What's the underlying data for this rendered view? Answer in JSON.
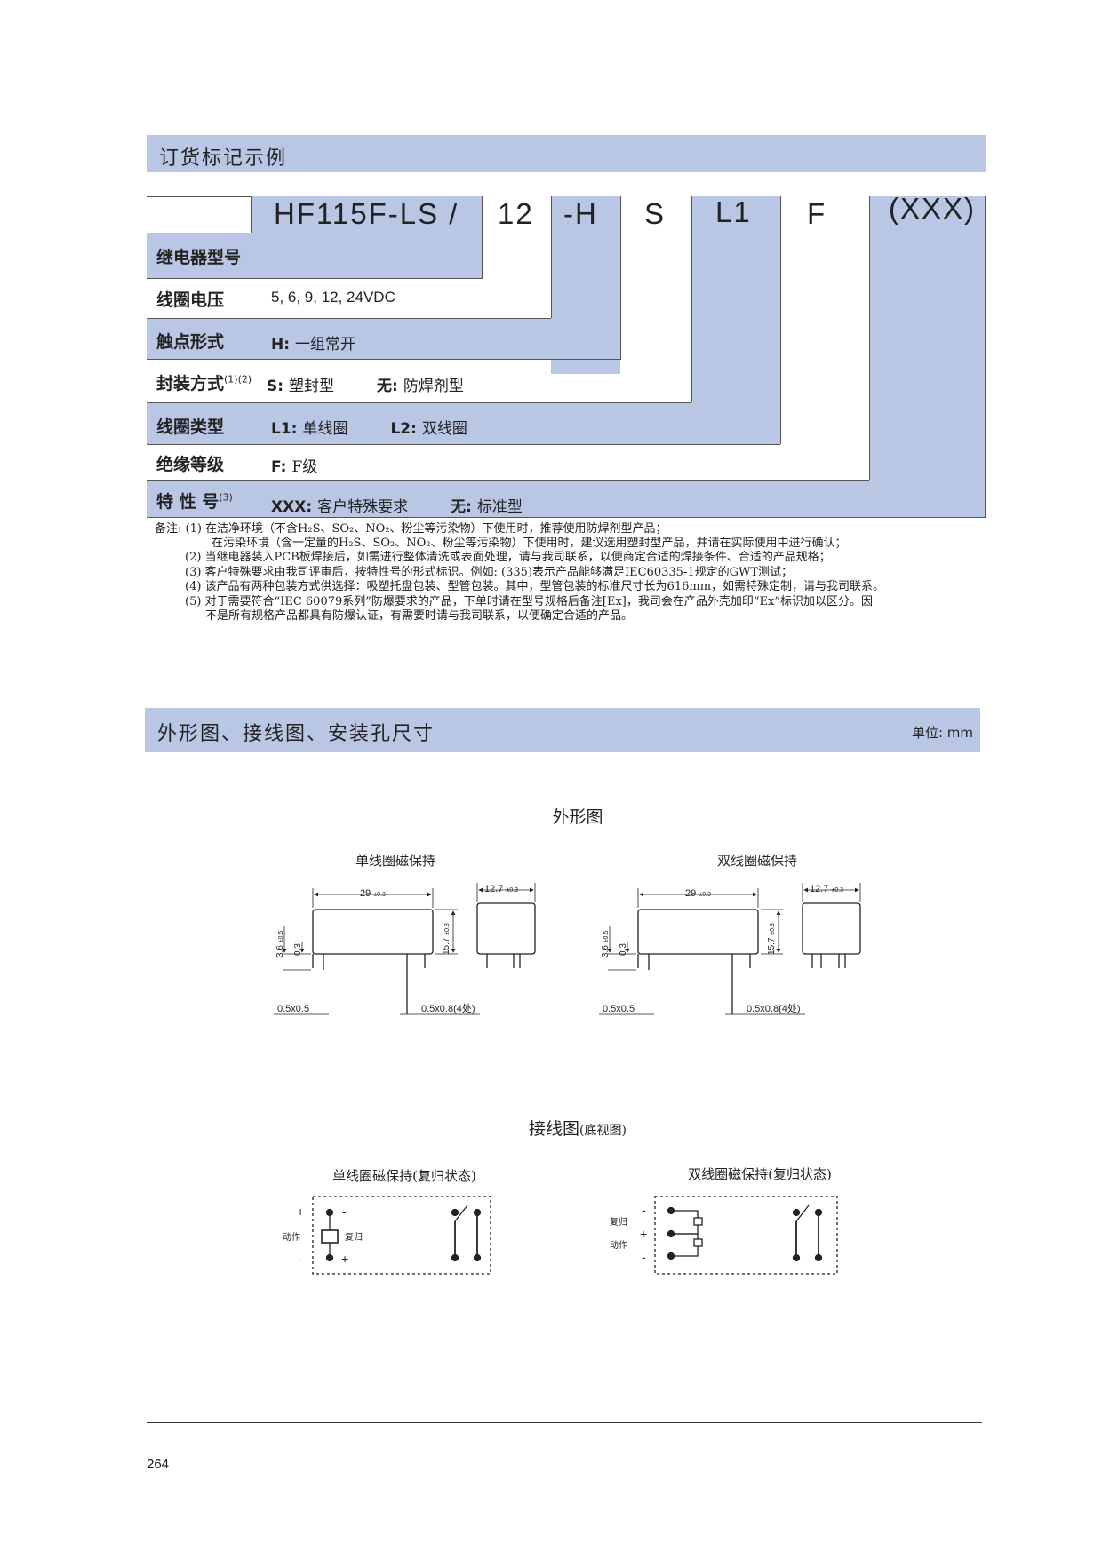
{
  "ordering": {
    "title": "订货标记示例",
    "codes": [
      "HF115F-LS /",
      "12",
      "-H",
      "S",
      "L1",
      "F",
      "(XXX)"
    ],
    "rows": [
      {
        "label": "继电器型号",
        "value": ""
      },
      {
        "label": "线圈电压",
        "value": "5, 6, 9, 12, 24VDC"
      },
      {
        "label": "触点形式",
        "key1": "H:",
        "val1": "一组常开"
      },
      {
        "label": "封装方式",
        "sup": "(1)(2)",
        "key1": "S:",
        "val1": "塑封型",
        "key2": "无:",
        "val2": "防焊剂型"
      },
      {
        "label": "线圈类型",
        "key1": "L1:",
        "val1": "单线圈",
        "key2": "L2:",
        "val2": "双线圈"
      },
      {
        "label": "绝缘等级",
        "key1": "F:",
        "val1": "F级"
      },
      {
        "label": "特 性 号",
        "sup": "(3)",
        "key1": "XXX:",
        "val1": "客户特殊要求",
        "key2": "无:",
        "val2": "标准型"
      }
    ],
    "notes": [
      "备注: (1) 在洁净环境（不含H₂S、SO₂、NO₂、粉尘等污染物）下使用时，推荐使用防焊剂型产品；",
      "在污染环境（含一定量的H₂S、SO₂、NO₂、粉尘等污染物）下使用时，建议选用塑封型产品，并请在实际使用中进行确认；",
      "(2) 当继电器装入PCB板焊接后，如需进行整体清洗或表面处理，请与我司联系，以便商定合适的焊接条件、合适的产品规格；",
      "(3) 客户特殊要求由我司评审后，按特性号的形式标识。例如: (335)表示产品能够满足IEC60335-1规定的GWT测试；",
      "(4) 该产品有两种包装方式供选择：吸塑托盘包装、型管包装。其中，型管包装的标准尺寸长为616mm，如需特殊定制，请与我司联系。",
      "(5) 对于需要符合“IEC 60079系列”防爆要求的产品，下单时请在型号规格后备注[Ex]，我司会在产品外壳加印“Ex”标识加以区分。因",
      "不是所有规格产品都具有防爆认证，有需要时请与我司联系，以便确定合适的产品。"
    ]
  },
  "dimensions": {
    "title": "外形图、接线图、安装孔尺寸",
    "unit": "单位: mm",
    "outline_title": "外形图",
    "single_label": "单线圈磁保持",
    "double_label": "双线圈磁保持",
    "dim_29": "29",
    "dim_29_tol": "±0.3",
    "dim_127": "12.7",
    "dim_127_tol": "±0.3",
    "dim_157": "15.7",
    "dim_157_tol": "±0.3",
    "dim_36": "3.6",
    "dim_36_tol": "±0.5",
    "dim_03": "0.3",
    "dim_pin1": "0.5x0.5",
    "dim_pin2": "0.5x0.8(4处)"
  },
  "wiring": {
    "title": "接线图",
    "subtitle": "(底视图)",
    "single_label": "单线圈磁保持(复归状态)",
    "double_label": "双线圈磁保持(复归状态)",
    "plus": "+",
    "minus": "-",
    "action": "动作",
    "reset": "复归"
  },
  "footer": {
    "page_number": "264"
  }
}
